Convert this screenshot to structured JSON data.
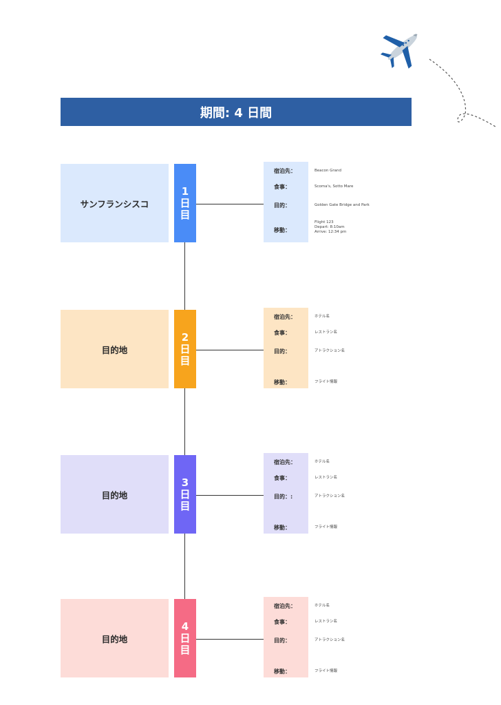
{
  "header": {
    "title": "期間: 4 日間"
  },
  "labels": {
    "stay": "宿泊先：",
    "meal": "食事：",
    "purpose": "目的：",
    "purpose_alt": "目的：:",
    "move": "移動："
  },
  "days": [
    {
      "destination": "サンフランシスコ",
      "num": "1",
      "unit1": "日",
      "unit2": "目",
      "color": "#4a8cf7",
      "dest_bg": "#dbe9fd",
      "detail_bg": "#dbe9fd",
      "stay": "Beacon Grand",
      "meal": "Scoma's, Sotto Mare",
      "purpose": "Golden Gate Bridge and Park",
      "move": [
        "Flight 123",
        "Depart: 8:10am",
        "Arrive: 12:34 pm"
      ]
    },
    {
      "destination": "目的地",
      "num": "2",
      "unit1": "日",
      "unit2": "目",
      "color": "#f7a41d",
      "dest_bg": "#fde5c4",
      "detail_bg": "#fde5c4",
      "stay": "ホテル名",
      "meal": "レストラン名",
      "purpose": "アトラクション名",
      "move": [
        "フライト情報"
      ]
    },
    {
      "destination": "目的地",
      "num": "3",
      "unit1": "日",
      "unit2": "目",
      "color": "#6f66f5",
      "dest_bg": "#e0def9",
      "detail_bg": "#e0def9",
      "stay": "ホテル名",
      "meal": "レストラン名",
      "purpose": "アトラクション名",
      "move": [
        "フライト情報"
      ]
    },
    {
      "destination": "目的地",
      "num": "4",
      "unit1": "日",
      "unit2": "目",
      "color": "#f56b85",
      "dest_bg": "#fddcd8",
      "detail_bg": "#fddcd8",
      "stay": "ホテル名",
      "meal": "レストラン名",
      "purpose": "アトラクション名",
      "move": [
        "フライト情報"
      ]
    }
  ]
}
